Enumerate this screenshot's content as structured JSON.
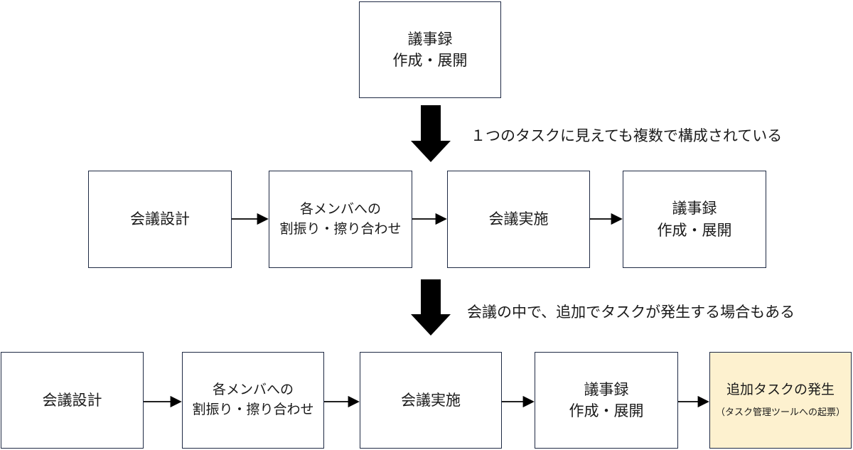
{
  "top_box": {
    "line1": "議事録",
    "line2": "作成・展開"
  },
  "note1": "１つのタスクに見えても複数で構成されている",
  "row1": [
    {
      "line1": "会議設計"
    },
    {
      "line1": "各メンバへの",
      "line2": "割振り・擦り合わせ"
    },
    {
      "line1": "会議実施"
    },
    {
      "line1": "議事録",
      "line2": "作成・展開"
    }
  ],
  "note2": "会議の中で、追加でタスクが発生する場合もある",
  "row2": [
    {
      "line1": "会議設計"
    },
    {
      "line1": "各メンバへの",
      "line2": "割振り・擦り合わせ"
    },
    {
      "line1": "会議実施"
    },
    {
      "line1": "議事録",
      "line2": "作成・展開"
    },
    {
      "line1": "追加タスクの発生",
      "line2": "（タスク管理ツールへの起票）"
    }
  ],
  "colors": {
    "border": "#1f2a44",
    "highlight": "#fdf1cf",
    "arrow": "#000000"
  }
}
